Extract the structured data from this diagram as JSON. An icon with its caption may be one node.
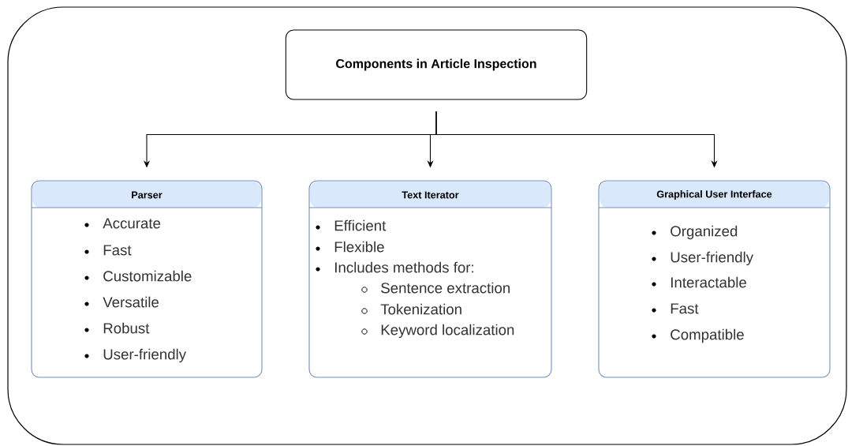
{
  "diagram": {
    "nodes": [
      {
        "text": [
          "Components in Article Inspection"
        ]
      },
      {
        "text": [
          "Parser",
          "Accurate",
          "Fast",
          "Customizable",
          "Versatile",
          "Robust",
          "User-friendly"
        ]
      },
      {
        "text": [
          "Text Iterator",
          "Efficient",
          "Flexible",
          "Includes methods for:",
          "Sentence extraction",
          "Tokenization",
          "Keyword localization"
        ]
      },
      {
        "text": [
          "Graphical User Interface",
          "Organized",
          "User-friendly",
          "Interactable",
          "Fast",
          "Compatible"
        ]
      }
    ],
    "edges": [
      {
        "from": 0,
        "to": 1,
        "arrow": "to"
      },
      {
        "from": 0,
        "to": 2,
        "arrow": "to"
      },
      {
        "from": 0,
        "to": 3,
        "arrow": "to"
      }
    ]
  }
}
